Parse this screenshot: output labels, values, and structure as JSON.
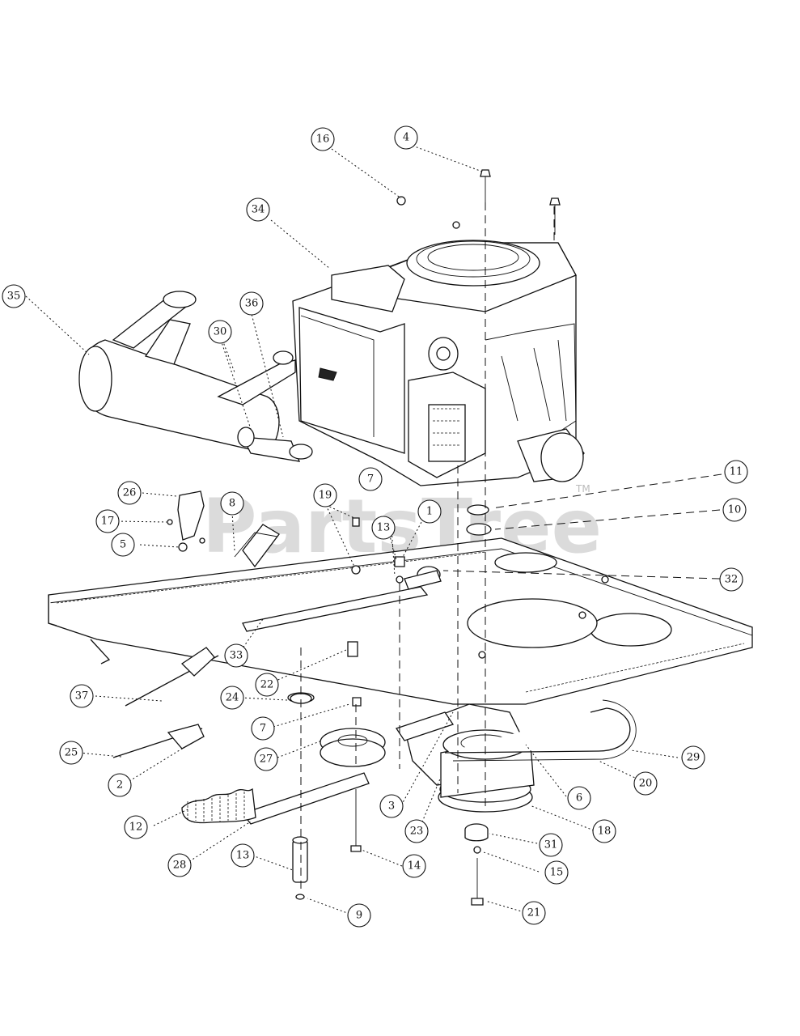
{
  "watermark": {
    "text": "PartsTree",
    "trademark": "TM"
  },
  "callouts": [
    "16",
    "4",
    "34",
    "35",
    "36",
    "30",
    "7",
    "11",
    "10",
    "26",
    "8",
    "19",
    "17",
    "1",
    "5",
    "13",
    "32",
    "33",
    "22",
    "37",
    "24",
    "7",
    "29",
    "27",
    "25",
    "2",
    "20",
    "6",
    "3",
    "23",
    "18",
    "12",
    "31",
    "28",
    "13",
    "14",
    "15",
    "9",
    "21"
  ]
}
